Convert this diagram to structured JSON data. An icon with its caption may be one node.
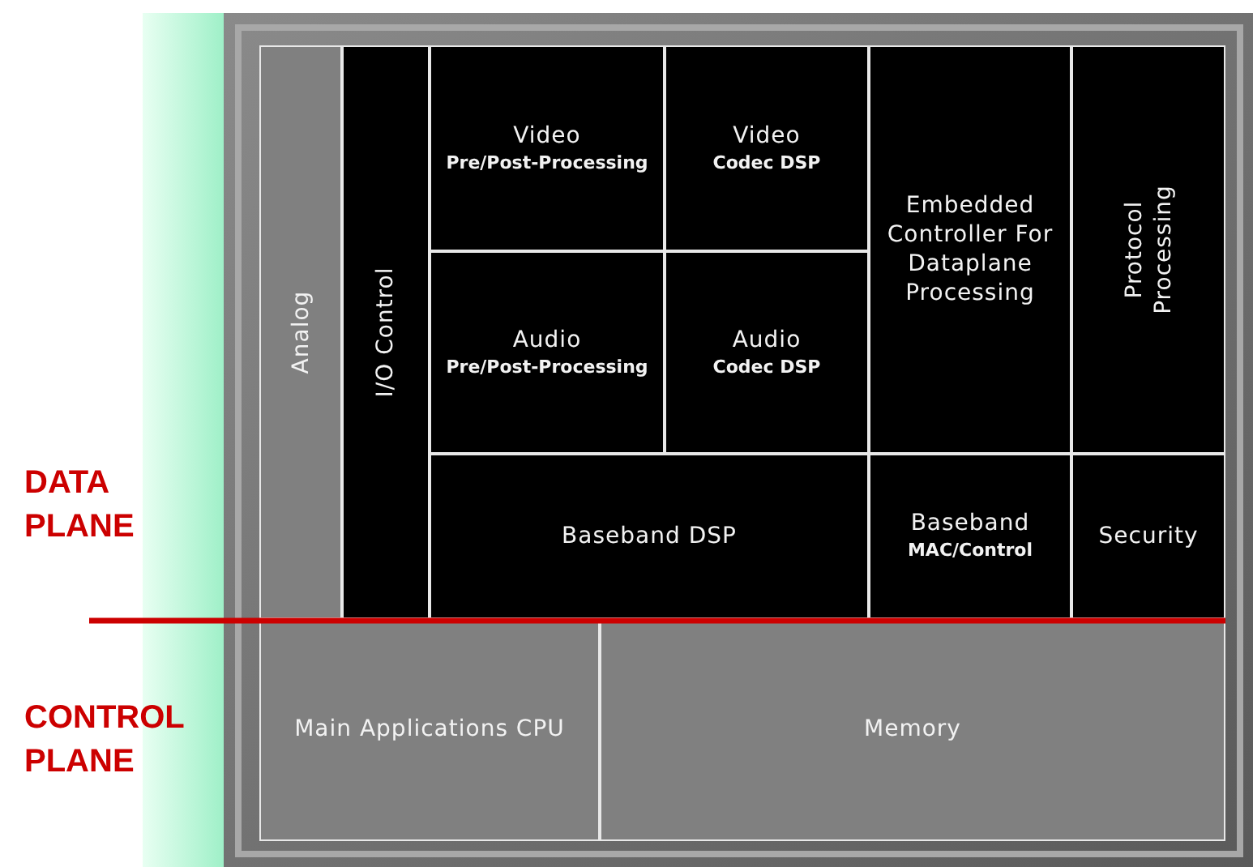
{
  "diagram": {
    "nodes": [
      {
        "text": [
          "Analog"
        ]
      },
      {
        "text": [
          "I/O Control"
        ]
      },
      {
        "text": [
          "Video",
          "Pre/Post-Processing"
        ]
      },
      {
        "text": [
          "Video",
          "Codec DSP"
        ]
      },
      {
        "text": [
          "Embedded Controller For Dataplane Processing"
        ]
      },
      {
        "text": [
          "Protocol Processing"
        ]
      },
      {
        "text": [
          "Audio",
          "Pre/Post-Processing"
        ]
      },
      {
        "text": [
          "Audio",
          "Codec DSP"
        ]
      },
      {
        "text": [
          "Baseband DSP"
        ]
      },
      {
        "text": [
          "Baseband",
          "MAC/Control"
        ]
      },
      {
        "text": [
          "Security"
        ]
      },
      {
        "text": [
          "Main Applications CPU"
        ]
      },
      {
        "text": [
          "Memory"
        ]
      }
    ],
    "labels": [
      "DATA PLANE",
      "CONTROL PLANE"
    ]
  }
}
